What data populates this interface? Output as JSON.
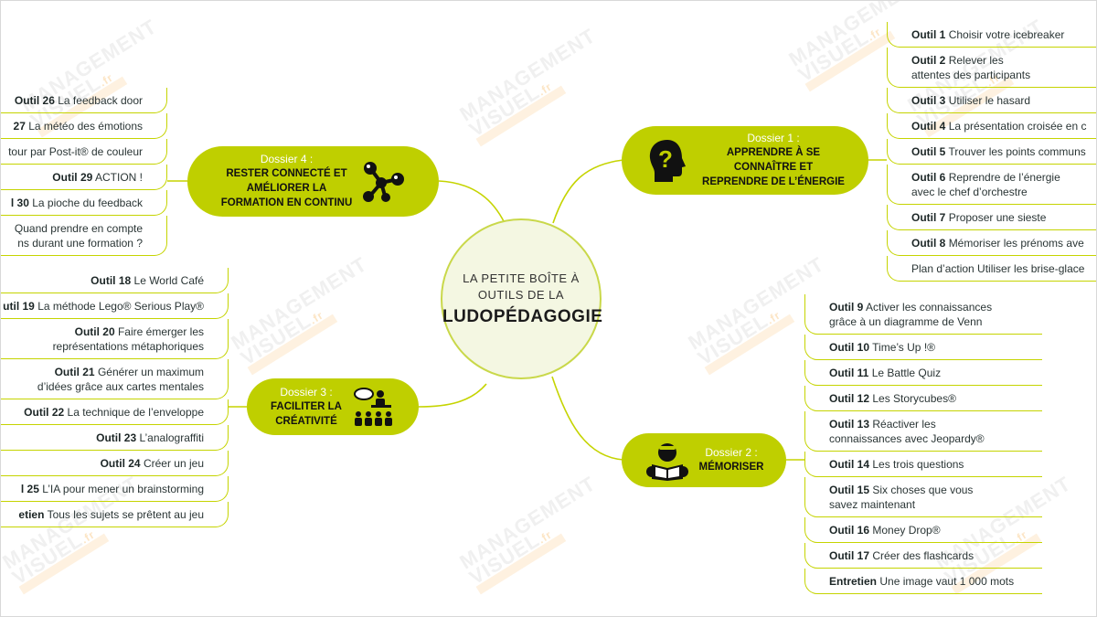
{
  "watermark": {
    "line1": "MANAGEMENT",
    "line2": "VISUEL",
    "suffix": ".fr"
  },
  "center": {
    "line1": "LA PETITE BOÎTE À",
    "line2": "OUTILS DE LA",
    "title": "LUDOPÉDAGOGIE"
  },
  "colors": {
    "accent": "#bfcf00",
    "text": "#1f2b2b"
  },
  "dossiers": [
    {
      "label": "Dossier 1 :",
      "lines": [
        "APPRENDRE À SE",
        "CONNAÎTRE ET",
        "REPRENDRE DE L’ÉNERGIE"
      ],
      "icon": "head-question-icon",
      "items": [
        {
          "bold": "Outil 1",
          "text": "Choisir votre icebreaker"
        },
        {
          "bold": "Outil 2",
          "text": "Relever les",
          "text2": "attentes des participants"
        },
        {
          "bold": "Outil 3",
          "text": "Utiliser le hasard"
        },
        {
          "bold": "Outil 4",
          "text": "La présentation croisée en c"
        },
        {
          "bold": "Outil 5",
          "text": "Trouver les points communs"
        },
        {
          "bold": "Outil 6",
          "text": "Reprendre de l’énergie",
          "text2": "avec le chef d’orchestre"
        },
        {
          "bold": "Outil 7",
          "text": "Proposer une sieste"
        },
        {
          "bold": "Outil 8",
          "text": "Mémoriser les prénoms ave"
        },
        {
          "bold": "",
          "text": "Plan d’action Utiliser les brise-glace"
        }
      ]
    },
    {
      "label": "Dossier 2 :",
      "lines": [
        "MÉMORISER"
      ],
      "icon": "reader-book-icon",
      "items": [
        {
          "bold": "Outil 9",
          "text": "Activer les connaissances",
          "text2": "grâce à un diagramme de Venn"
        },
        {
          "bold": "Outil 10",
          "text": "Time’s Up !®"
        },
        {
          "bold": "Outil 11",
          "text": "Le Battle Quiz"
        },
        {
          "bold": "Outil 12",
          "text": "Les Storycubes®"
        },
        {
          "bold": "Outil 13",
          "text": "Réactiver les",
          "text2": "connaissances avec Jeopardy®"
        },
        {
          "bold": "Outil 14",
          "text": "Les trois questions"
        },
        {
          "bold": "Outil 15",
          "text": "Six choses que vous",
          "text2": "savez maintenant"
        },
        {
          "bold": "Outil 16",
          "text": "Money Drop®"
        },
        {
          "bold": "Outil 17",
          "text": "Créer des flashcards"
        },
        {
          "bold": "Entretien",
          "text": "Une image vaut 1 000 mots"
        }
      ]
    },
    {
      "label": "Dossier 3 :",
      "lines": [
        "FACILITER LA",
        "CRÉATIVITÉ"
      ],
      "icon": "speaker-audience-icon",
      "items": [
        {
          "bold": "Outil 18",
          "text": "Le World Café"
        },
        {
          "bold": "util 19",
          "text": "La méthode Lego® Serious Play®"
        },
        {
          "bold": "Outil 20",
          "text": "Faire émerger les",
          "text2": "représentations métaphoriques"
        },
        {
          "bold": "Outil 21",
          "text": "Générer un maximum",
          "text2": "d’idées grâce aux cartes mentales"
        },
        {
          "bold": "Outil 22",
          "text": "La technique de l’enveloppe"
        },
        {
          "bold": "Outil 23",
          "text": "L’analograffiti"
        },
        {
          "bold": "Outil 24",
          "text": "Créer un jeu"
        },
        {
          "bold": "l 25",
          "text": "L’IA pour mener un brainstorming"
        },
        {
          "bold": "etien",
          "text": "Tous les sujets se prêtent au jeu"
        }
      ]
    },
    {
      "label": "Dossier 4 :",
      "lines": [
        "RESTER CONNECTÉ ET",
        "AMÉLIORER LA",
        "FORMATION EN CONTINU"
      ],
      "icon": "molecule-icon",
      "items": [
        {
          "bold": "Outil 26",
          "text": "La feedback door"
        },
        {
          "bold": "27",
          "text": "La météo des émotions"
        },
        {
          "bold": "",
          "text": "tour par Post-it® de couleur"
        },
        {
          "bold": "Outil  29",
          "text": "ACTION !"
        },
        {
          "bold": "l 30",
          "text": "La pioche du feedback"
        },
        {
          "bold": "",
          "text": "Quand prendre en compte",
          "text2": "ns durant une formation ?"
        }
      ]
    }
  ]
}
